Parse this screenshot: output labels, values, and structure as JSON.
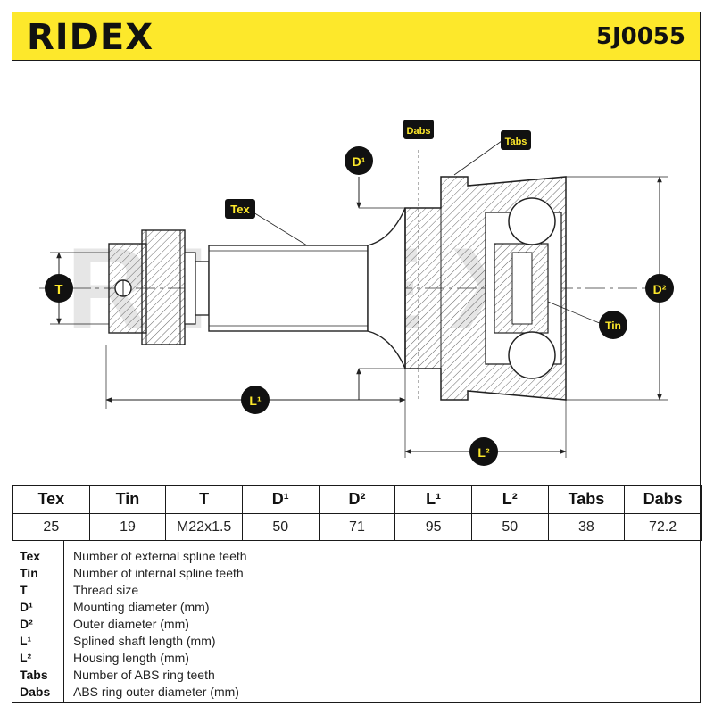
{
  "header": {
    "brand": "RIDEX",
    "part_number": "5J0055"
  },
  "watermark": "RIDEX",
  "diagram_labels": {
    "tex": "Tex",
    "tin": "Tin",
    "t": "T",
    "d1": "D¹",
    "d2": "D²",
    "l1": "L¹",
    "l2": "L²",
    "tabs": "Tabs",
    "dabs": "Dabs"
  },
  "spec_table": {
    "headers": [
      "Tex",
      "Tin",
      "T",
      "D¹",
      "D²",
      "L¹",
      "L²",
      "Tabs",
      "Dabs"
    ],
    "values": [
      "25",
      "19",
      "M22x1.5",
      "50",
      "71",
      "95",
      "50",
      "38",
      "72.2"
    ]
  },
  "legend": [
    {
      "key": "Tex",
      "desc": "Number of external spline teeth"
    },
    {
      "key": "Tin",
      "desc": "Number of internal spline teeth"
    },
    {
      "key": "T",
      "desc": "Thread size"
    },
    {
      "key": "D¹",
      "desc": "Mounting diameter (mm)"
    },
    {
      "key": "D²",
      "desc": "Outer diameter (mm)"
    },
    {
      "key": "L¹",
      "desc": "Splined shaft length (mm)"
    },
    {
      "key": "L²",
      "desc": "Housing length (mm)"
    },
    {
      "key": "Tabs",
      "desc": "Number of ABS ring teeth"
    },
    {
      "key": "Dabs",
      "desc": "ABS ring outer diameter (mm)"
    }
  ],
  "colors": {
    "header_bg": "#fde82b",
    "badge_bg": "#111111",
    "badge_text": "#fde82b",
    "line": "#222222",
    "watermark": "#e6e6e6"
  }
}
